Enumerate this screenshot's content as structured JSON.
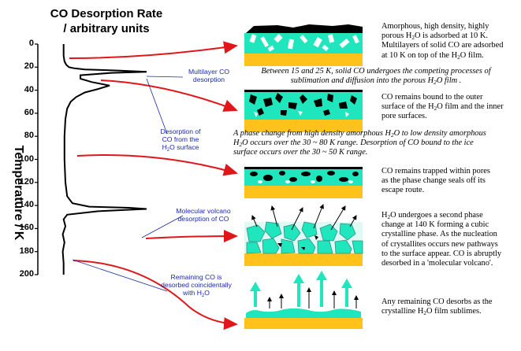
{
  "title": {
    "line1": "CO Desorption Rate",
    "line2": "/ arbitrary units"
  },
  "y_axis": {
    "label": "Temperature / K",
    "ticks": [
      "0",
      "20",
      "40",
      "60",
      "80",
      "100",
      "120",
      "140",
      "160",
      "180",
      "200"
    ]
  },
  "annotations": {
    "multilayer": {
      "line1": "Multilayer CO",
      "line2": "desorption"
    },
    "surface": {
      "line1": "Desorption of",
      "line2": "CO from the",
      "line3a": "H",
      "line3sub": "2",
      "line3b": "O surface"
    },
    "volcano": {
      "line1": "Molecular volcano",
      "line2": "desorption of CO"
    },
    "remaining": {
      "line1": "Remaining CO is",
      "line2": "desorbed coincidentally",
      "line3a": "with H",
      "line3sub": "2",
      "line3b": "O"
    }
  },
  "descriptions": {
    "d1": {
      "l1": "Amorphous, high density, highly",
      "l2a": "porous H",
      "l2sub": "2",
      "l2b": "O is adsorbed at 10 K.",
      "l3": "Multilayers of solid CO are adsorbed",
      "l4a": "at 10 K on top of the H",
      "l4sub": "2",
      "l4b": "O film."
    },
    "d2": {
      "l1": "CO remains bound to the outer",
      "l2a": "surface of the H",
      "l2sub": "2",
      "l2b": "O film and the inner",
      "l3": "pore surfaces."
    },
    "d3": {
      "l1": "CO remains trapped within pores",
      "l2": "as the phase change seals off its",
      "l3": "escape route."
    },
    "d4": {
      "l1a": "H",
      "l1sub": "2",
      "l1b": "O undergoes a second phase",
      "l2": "change at 140 K forming a cubic",
      "l3": "crystalline phase. As the nucleation",
      "l4": "of crystallites occurs new pathways",
      "l5": "to the surface appear. CO is abruptly",
      "l6": "desorbed in a 'molecular volcano'."
    },
    "d5": {
      "l1": "Any remaining CO desorbs as the",
      "l2a": "crystalline H",
      "l2sub": "2",
      "l2b": "O film sublimes."
    }
  },
  "italic_notes": {
    "n1": {
      "l1": "Between 15 and 25 K, solid CO undergoes the competing processes of",
      "l2": "sublimation and diffusion into the porous H",
      "l2sub": "2",
      "l2b": "O film ."
    },
    "n2": {
      "l1a": "A phase change from high density amorphous H",
      "l1sub": "2",
      "l1b": "O to low density amorphous",
      "l2a": "H",
      "l2sub": "2",
      "l2b": "O occurs over the 30 ~ 80 K range. Desorption of CO bound to the ice",
      "l3": "surface occurs over the 30 ~ 50 K range."
    }
  },
  "chart_data": {
    "type": "line",
    "ylabel": "Temperature / K",
    "ylim": [
      0,
      200
    ],
    "x": [
      0.06,
      0.06,
      0.07,
      0.09,
      0.12,
      0.18,
      0.3,
      0.7,
      1.0,
      0.6,
      0.25,
      0.25,
      0.38,
      0.58,
      0.45,
      0.3,
      0.2,
      0.14,
      0.1,
      0.08,
      0.07,
      0.07,
      0.08,
      0.1,
      0.16,
      0.35,
      0.8,
      1.0,
      0.45,
      0.1,
      0.06,
      0.08,
      0.05,
      0.07,
      0.05,
      0.06,
      0.06
    ],
    "y": [
      0,
      10,
      15,
      18,
      20,
      21,
      22,
      23,
      24,
      25,
      27,
      30,
      33,
      36,
      39,
      42,
      46,
      50,
      56,
      65,
      80,
      100,
      120,
      132,
      138,
      141,
      142,
      143,
      145,
      148,
      152,
      158,
      165,
      172,
      180,
      190,
      200
    ]
  },
  "colors": {
    "water": "#1fe6bd",
    "substrate": "#ffc21a",
    "co": "#000000",
    "arrow": "#e0161b",
    "note": "#1a2aa8"
  }
}
